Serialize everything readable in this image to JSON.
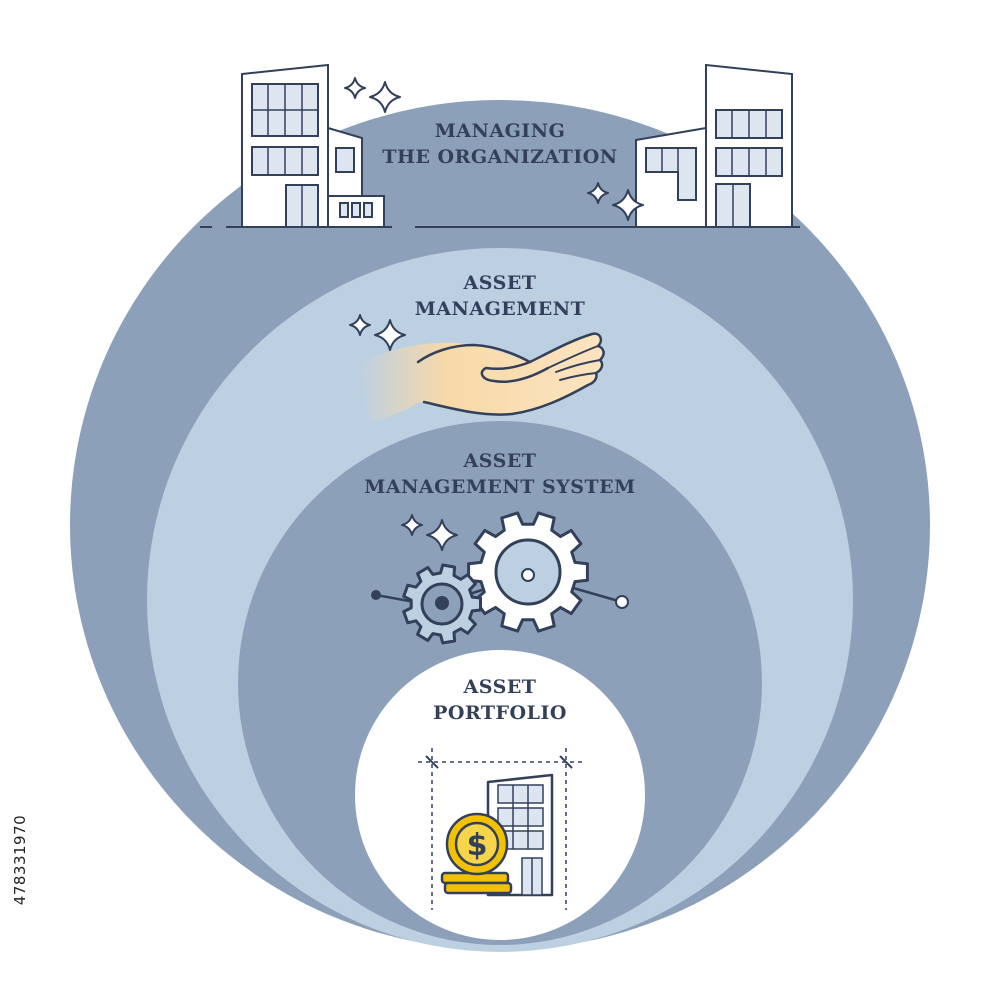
{
  "levels": [
    {
      "line1": "MANAGING",
      "line2": "THE ORGANIZATION"
    },
    {
      "line1": "ASSET",
      "line2": "MANAGEMENT"
    },
    {
      "line1": "ASSET",
      "line2": "MANAGEMENT SYSTEM"
    },
    {
      "line1": "ASSET",
      "line2": "PORTFOLIO"
    }
  ],
  "coin_symbol": "$",
  "stock_id": "478331970",
  "colors": {
    "outer": "#8da0ba",
    "second": "#bdd0e2",
    "third": "#8da0ba",
    "inner": "#ffffff",
    "ink": "#33405a",
    "coin": "#f2c200",
    "hand": "#f8d9a8"
  }
}
